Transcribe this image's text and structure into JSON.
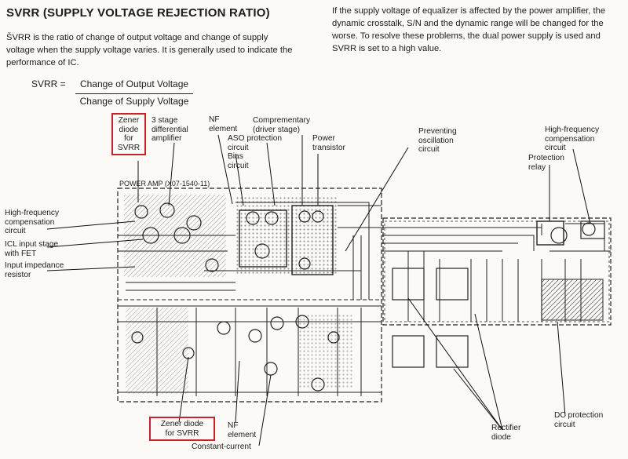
{
  "header": {
    "title": "SVRR (SUPPLY VOLTAGE REJECTION RATIO)"
  },
  "intro": {
    "left_text": "ŠVRR is the ratio of change of output voltage and change of supply voltage when the supply voltage varies.  It is generally used to indicate the performance of IC.",
    "right_text": "If the supply voltage of equalizer is affected by the power amplifier, the dynamic crosstalk, S/N and the dynamic range will be changed for the worse.  To resolve these problems, the dual power supply is used and SVRR is set to a high value."
  },
  "formula": {
    "lhs": "SVRR =",
    "numerator": "Change of Output Voltage",
    "denominator": "Change of Supply Voltage"
  },
  "labels": {
    "zener_top": "Zener\ndiode\nfor\nSVRR",
    "three_stage": "3 stage\ndifferential\namplifier",
    "nf_top": "NF\nelement",
    "aso": "ASO protection\ncircuit",
    "bias": "Bias\ncircuit",
    "comp": "Comprementary\n(driver stage)",
    "power_tr": "Power\ntransistor",
    "osc": "Preventing\noscillation\ncircuit",
    "hf_right": "High-frequency\ncompensation\ncircuit",
    "prot_relay": "Protection\nrelay",
    "hf_left": "High-frequency\ncompensation\ncircuit",
    "icl": "ICL input stage\nwith FET",
    "input_imp": "Input impedance\nresistor",
    "board_title": "POWER AMP  (X07-1540-11)",
    "zener_bottom": "Zener diode\nfor SVRR",
    "nf_bottom": "NF\nelement",
    "const_current": "Constant-current",
    "rectifier": "Rectifier\ndiode",
    "dc_protect": "DC protection\ncircuit"
  },
  "colors": {
    "highlight": "#c8232c",
    "ink": "#1c1c1c"
  }
}
